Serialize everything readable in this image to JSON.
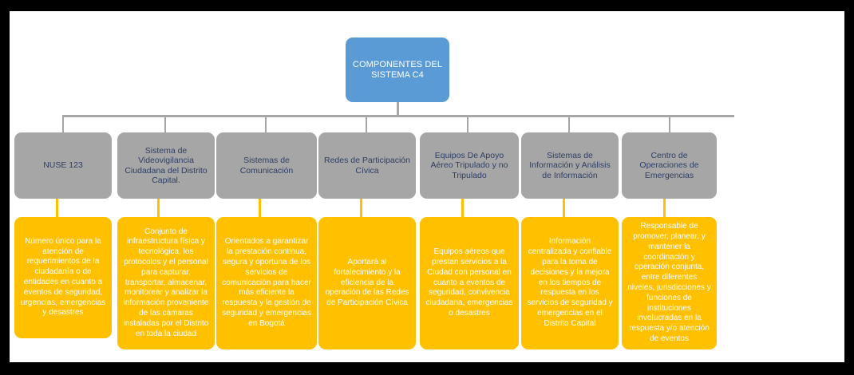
{
  "diagram": {
    "type": "organizational-hierarchy",
    "colors": {
      "root_fill": "#5B9BD5",
      "category_fill": "#A6A6A6",
      "description_fill": "#FFC000",
      "category_text": "#2F3E64",
      "connector_gray": "#A6A6A6",
      "connector_yellow": "#FFC000",
      "canvas": "#FFFFFF",
      "background": "#000000"
    },
    "root": {
      "label": "COMPONENTES DEL\nSISTEMA C4"
    },
    "branches": [
      {
        "category": "NUSE 123",
        "description": "Número único para la atención de requerimientos de la ciudadanía o de entidades en cuanto a eventos de seguridad, urgencias, emergencias y desastres"
      },
      {
        "category": "Sistema de Videovigilancia Ciudadana del Distrito Capital.",
        "description": "Conjunto de infraestructura física y tecnológica, los protocolos y el personal para capturar, transportar, almacenar, monitorear y analizar la información proveniente de las cámaras instaladas por el Distrito en toda la ciudad"
      },
      {
        "category": "Sistemas de Comunicación",
        "description": "Orientados a garantizar la prestación continua, segura y oportuna de los servicios de comunicación para hacer más eficiente la respuesta y la gestión de seguridad y emergencias en Bogotá"
      },
      {
        "category": "Redes de Participación Cívica",
        "description": "Aportará al fortalecimiento y la eficiencia de la operación de las Redes de Participación Cívica"
      },
      {
        "category": "Equipos De Apoyo Aéreo Tripulado y no Tripulado",
        "description": "Equipos aéreos que prestan servicios a la Ciudad con personal en cuanto a eventos de seguridad, convivencia ciudadana, emergencias o desastres"
      },
      {
        "category": "Sistemas de Información y Análisis de Información",
        "description": "Información centralizada y confiable para la toma de decisiones y la mejora en los tiempos de respuesta en los servicios de seguridad y emergencias en el Distrito Capital"
      },
      {
        "category": "Centro de Operaciones de Emergencias",
        "description": "Responsable de promover, planear, y mantener la coordinación y operación conjunta, entre diferentes niveles, jurisdicciones y funciones de instituciones involucradas en la respuesta y/o atención de eventos"
      }
    ]
  }
}
